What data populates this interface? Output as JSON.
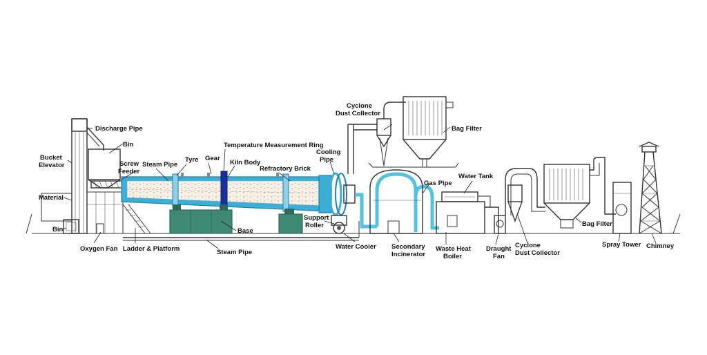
{
  "labels": {
    "discharge_pipe": "Discharge Pipe",
    "bin_top": "Bin",
    "bucket_elevator_1": "Bucket",
    "bucket_elevator_2": "Elevator",
    "material": "Material",
    "bin_bottom": "Bin",
    "screw_feeder_1": "Screw",
    "screw_feeder_2": "Feeder",
    "steam_pipe_top": "Steam Pipe",
    "tyre": "Tyre",
    "gear": "Gear",
    "temperature_ring": "Temperature Measurement Ring",
    "kiln_body": "Kiln Body",
    "refractory_brick": "Refractory Brick",
    "cooling_pipe_1": "Cooling",
    "cooling_pipe_2": "Pipe",
    "support_roller_1": "Support",
    "support_roller_2": "Roller",
    "base": "Base",
    "oxygen_fan": "Oxygen Fan",
    "ladder_platform": "Ladder & Platform",
    "steam_pipe_bottom": "Steam Pipe",
    "cyclone_top_1": "Cyclone",
    "cyclone_top_2": "Dust Collector",
    "bag_filter_top": "Bag Filter",
    "gas_pipe": "Gas Pipe",
    "water_tank": "Water Tank",
    "water_cooler": "Water Cooler",
    "secondary_incinerator_1": "Secondary",
    "secondary_incinerator_2": "Incinerator",
    "waste_heat_boiler_1": "Waste Heat",
    "waste_heat_boiler_2": "Boiler",
    "draught_fan_1": "Draught",
    "draught_fan_2": "Fan",
    "cyclone_right_1": "Cyclone",
    "cyclone_right_2": "Dust Collector",
    "bag_filter_right": "Bag Filter",
    "spray_tower": "Spray Tower",
    "chimney": "Chimney"
  },
  "colors": {
    "kiln_blue": "#3ab0d8",
    "kiln_blue_dark": "#1e7fb0",
    "gas_duct_cyan": "#4fc3e0",
    "base_green": "#3f8a73",
    "base_green_dark": "#2c6a57",
    "ring_dark_blue": "#1a2f9e",
    "material_pink": "#f2d4d4",
    "tank_green": "#9fd3b5"
  }
}
